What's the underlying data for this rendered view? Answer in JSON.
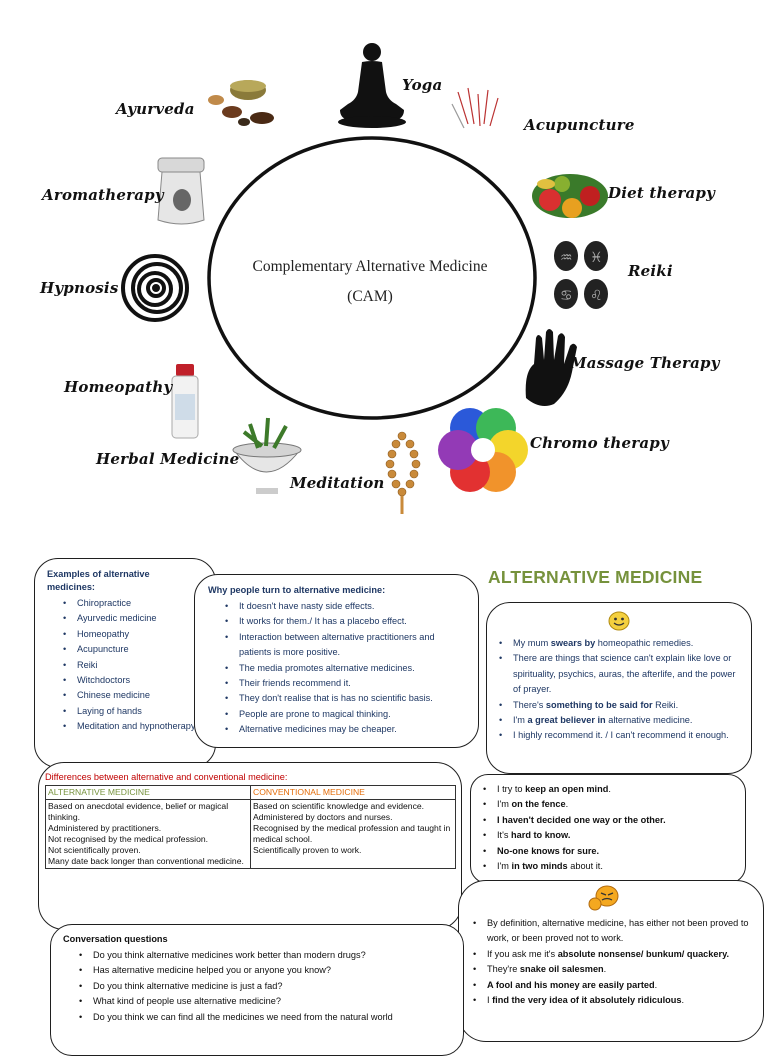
{
  "diagram": {
    "center_line1": "Complementary Alternative Medicine",
    "center_line2": "(CAM)",
    "labels": {
      "yoga": "Yoga",
      "ayurveda": "Ayurveda",
      "acupuncture": "Acupuncture",
      "aromatherapy": "Aromatherapy",
      "diet": "Diet therapy",
      "hypnosis": "Hypnosis",
      "reiki": "Reiki",
      "homeopathy": "Homeopathy",
      "massage": "Massage Therapy",
      "herbal": "Herbal Medicine",
      "meditation": "Meditation",
      "chromo": "Chromo therapy"
    }
  },
  "examples": {
    "title": "Examples of alternative medicines:",
    "items": [
      "Chiropractice",
      "Ayurvedic medicine",
      "Homeopathy",
      "Acupuncture",
      "Reiki",
      "Witchdoctors",
      "Chinese medicine",
      "Laying of hands",
      "Meditation and hypnotherapy"
    ]
  },
  "why": {
    "title": "Why people turn to alternative medicine:",
    "items": [
      "It doesn't have nasty side effects.",
      "It works for them./ It has a placebo effect.",
      "Interaction between alternative practitioners and patients is more positive.",
      "The media promotes alternative medicines.",
      "Their friends recommend it.",
      "They don't realise that is has no scientific basis.",
      "People are prone to magical thinking.",
      "Alternative medicines may be cheaper."
    ]
  },
  "heading": "ALTERNATIVE MEDICINE",
  "positive": {
    "items": [
      {
        "pre": "My mum ",
        "bold": "swears by",
        "post": " homeopathic remedies."
      },
      {
        "pre": "There are things that science can't explain like love or spirituality, psychics, auras, the afterlife, and the power of prayer.",
        "bold": "",
        "post": ""
      },
      {
        "pre": "There's ",
        "bold": "something to be said for",
        "post": " Reiki."
      },
      {
        "pre": "I'm ",
        "bold": "a great believer in",
        "post": " alternative medicine."
      },
      {
        "pre": "I highly recommend it. / I can't recommend it enough.",
        "bold": "",
        "post": ""
      }
    ]
  },
  "differences": {
    "title": "Differences between alternative and conventional medicine:",
    "col1": "ALTERNATIVE MEDICINE",
    "col2": "CONVENTIONAL MEDICINE",
    "cell1": [
      "Based on anecdotal evidence, belief or magical thinking.",
      "Administered by practitioners.",
      "Not recognised by the medical profession.",
      "Not scientifically proven.",
      "Many date back longer than conventional medicine."
    ],
    "cell2": [
      "Based on scientific knowledge and evidence.",
      "Administered by doctors and nurses.",
      "Recognised by the medical profession and taught in medical school.",
      "Scientifically proven to work."
    ],
    "colors": {
      "title": "#c00000",
      "col1": "#76923c",
      "col2": "#e36c09"
    }
  },
  "neutral": {
    "items": [
      {
        "pre": "I try to ",
        "bold": "keep an open mind",
        "post": "."
      },
      {
        "pre": "I'm ",
        "bold": "on the fence",
        "post": "."
      },
      {
        "pre": "",
        "bold": "I haven't decided one way or the other.",
        "post": ""
      },
      {
        "pre": "It's ",
        "bold": "hard to know.",
        "post": ""
      },
      {
        "pre": "",
        "bold": "No-one knows for sure.",
        "post": ""
      },
      {
        "pre": "I'm ",
        "bold": "in two minds",
        "post": " about it."
      }
    ]
  },
  "negative": {
    "items": [
      {
        "pre": "By definition, alternative medicine, has either not been proved to work, or been proved not to work.",
        "bold": "",
        "post": ""
      },
      {
        "pre": "If you ask me it's ",
        "bold": "absolute nonsense/ bunkum/ quackery.",
        "post": ""
      },
      {
        "pre": "They're ",
        "bold": "snake oil salesmen",
        "post": "."
      },
      {
        "pre": "",
        "bold": "A fool and his money are easily parted",
        "post": "."
      },
      {
        "pre": "I ",
        "bold": "find the very idea of it absolutely ridiculous",
        "post": "."
      }
    ]
  },
  "conversation": {
    "title": "Conversation questions",
    "items": [
      "Do you think alternative medicines work better than modern drugs?",
      "Has alternative medicine helped you or anyone you know?",
      "Do you think alternative medicine is just a fad?",
      "What kind of people use alternative medicine?",
      "Do you think we can find all the medicines we need from the natural world"
    ]
  }
}
